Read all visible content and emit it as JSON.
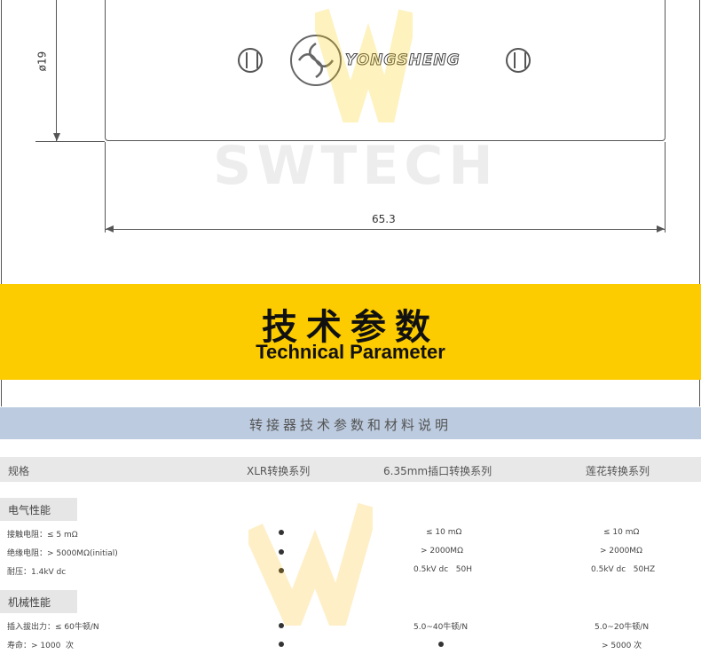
{
  "drawing": {
    "brand_text": "YONGSHENG",
    "dim_diameter": "ø19",
    "dim_length": "65.3",
    "watermark": "SWTECH"
  },
  "banner": {
    "title_cn": "技术参数",
    "title_en": "Technical Parameter",
    "background": "#fccb00"
  },
  "table": {
    "title": "转接器技术参数和材料说明",
    "headers": [
      "规格",
      "XLR转换系列",
      "6.35mm插口转换系列",
      "莲花转换系列"
    ],
    "sections": [
      {
        "name": "电气性能",
        "rows": [
          {
            "spec": "接触电阻：≤ 5 mΩ",
            "xlr": "●",
            "jack": "≤ 10 mΩ",
            "rca": "≤ 10 mΩ"
          },
          {
            "spec": "绝缘电阻：> 5000MΩ(initial)",
            "xlr": "●",
            "jack": "> 2000MΩ",
            "rca": "> 2000MΩ"
          },
          {
            "spec": "耐压：1.4kV dc",
            "xlr": "●",
            "jack": "0.5kV dc   50H",
            "rca": "0.5kV dc   50HZ"
          }
        ]
      },
      {
        "name": "机械性能",
        "rows": [
          {
            "spec": "插入拔出力：≤ 60牛顿/N",
            "xlr": "●",
            "jack": "5.0~40牛顿/N",
            "rca": "5.0~20牛顿/N"
          },
          {
            "spec": "寿命：> 1000  次",
            "xlr": "●",
            "jack": "●",
            "rca": "> 5000 次"
          }
        ]
      }
    ]
  }
}
